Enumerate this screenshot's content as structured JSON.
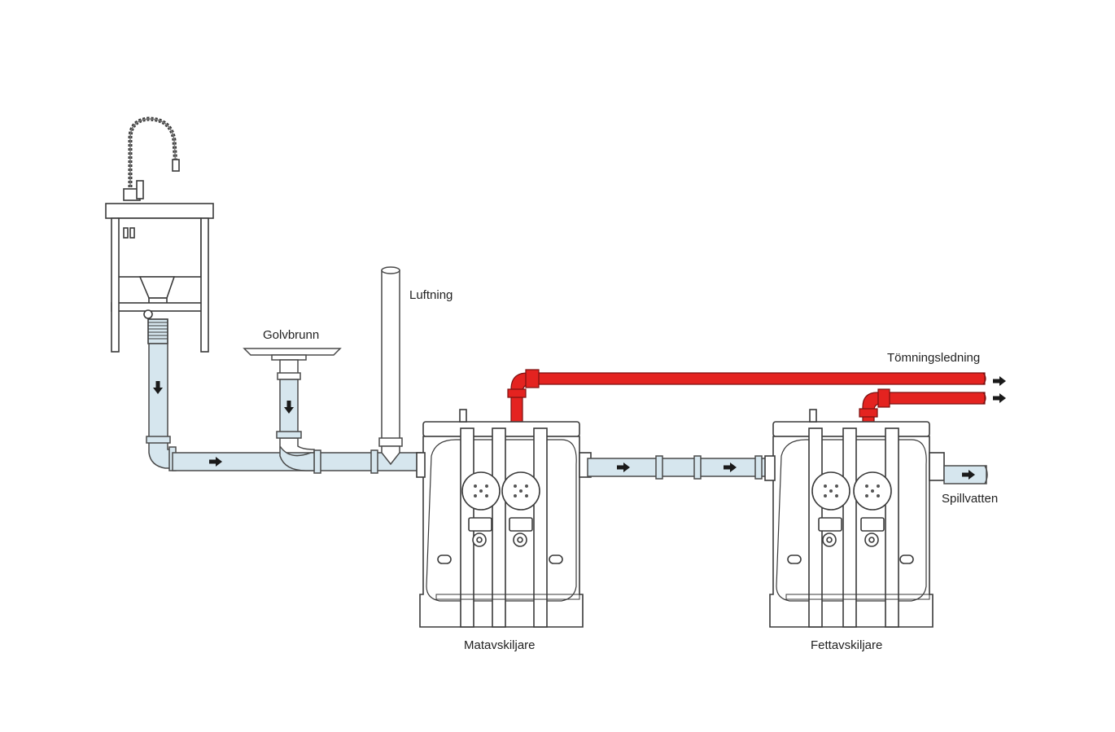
{
  "labels": {
    "vent": "Luftning",
    "floor_drain": "Golvbrunn",
    "emptying_line": "Tömningsledning",
    "waste_water": "Spillvatten",
    "food_separator": "Matavskiljare",
    "grease_separator": "Fettavskiljare"
  },
  "colors": {
    "pipe_fill": "#d6e6ee",
    "pipe_outline": "#4a4a4a",
    "emptying_line": "#e42320",
    "arrow": "#1a1a1a",
    "tank_outline": "#3a3a3a"
  },
  "icons": [
    "faucet-icon",
    "flow-arrow-icon"
  ]
}
